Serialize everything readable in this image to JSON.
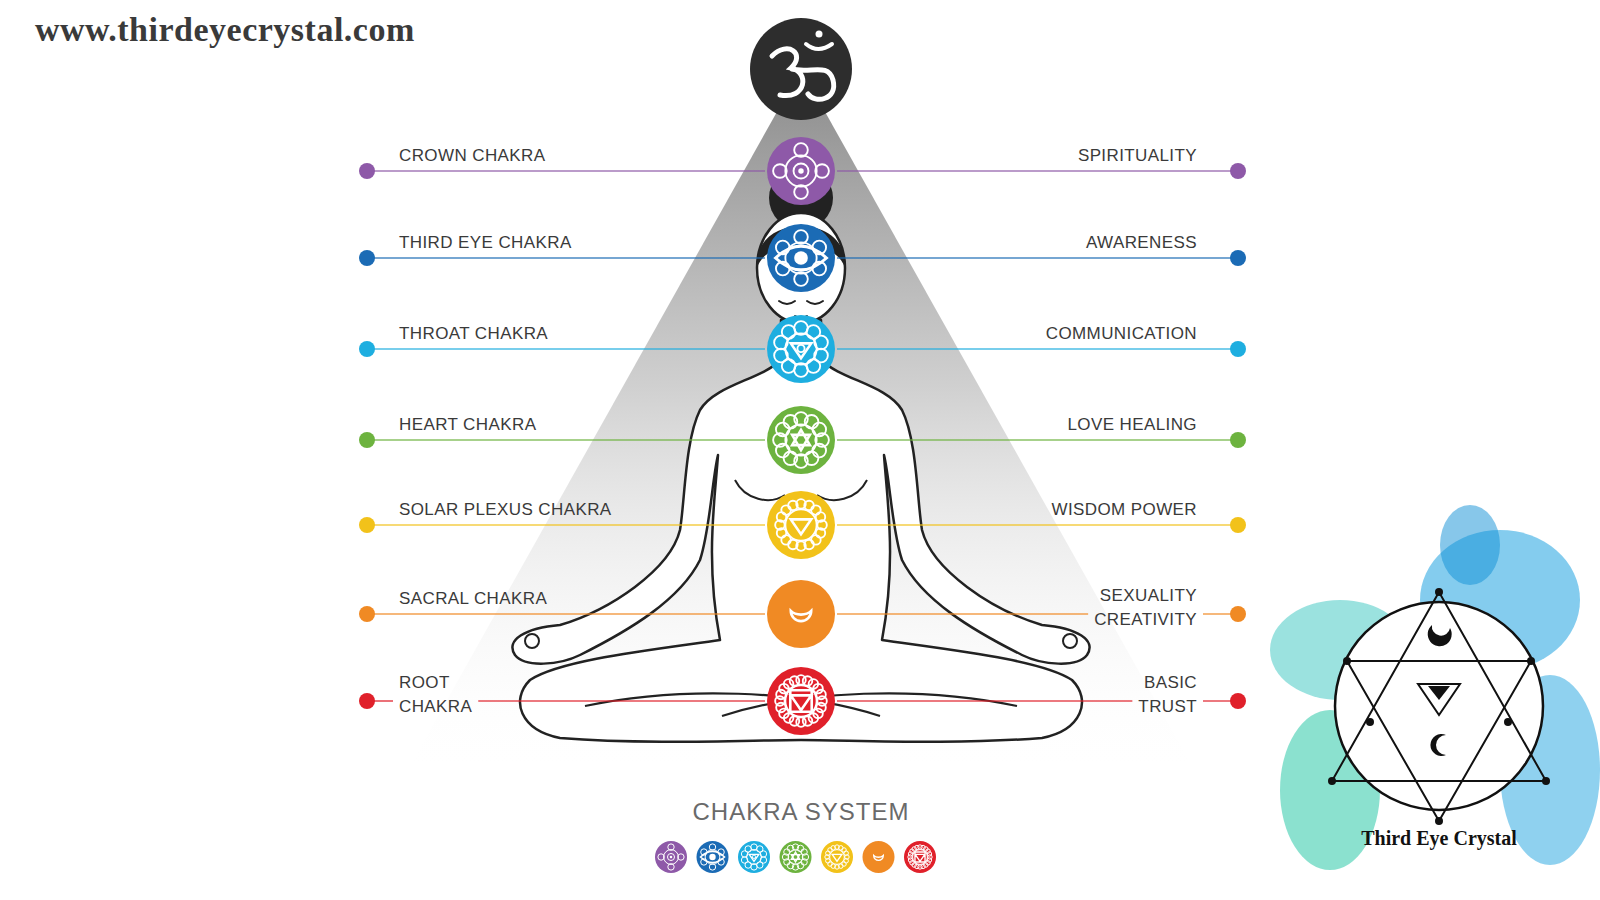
{
  "diagram": {
    "caption": "CHAKRA SYSTEM",
    "labels": [
      "www.thirdeyecrystal.com",
      "CROWN CHAKRA",
      "THIRD EYE CHAKRA",
      "THROAT CHAKRA",
      "HEART CHAKRA",
      "SOLAR PLEXUS CHAKRA",
      "SACRAL CHAKRA",
      "ROOT CHAKRA",
      "SPIRITUALITY",
      "AWARENESS",
      "COMMUNICATION",
      "LOVE HEALING",
      "WISDOM POWER",
      "SEXUALITY CREATIVITY",
      "BASIC TRUST",
      "Third Eye Crystal"
    ]
  }
}
